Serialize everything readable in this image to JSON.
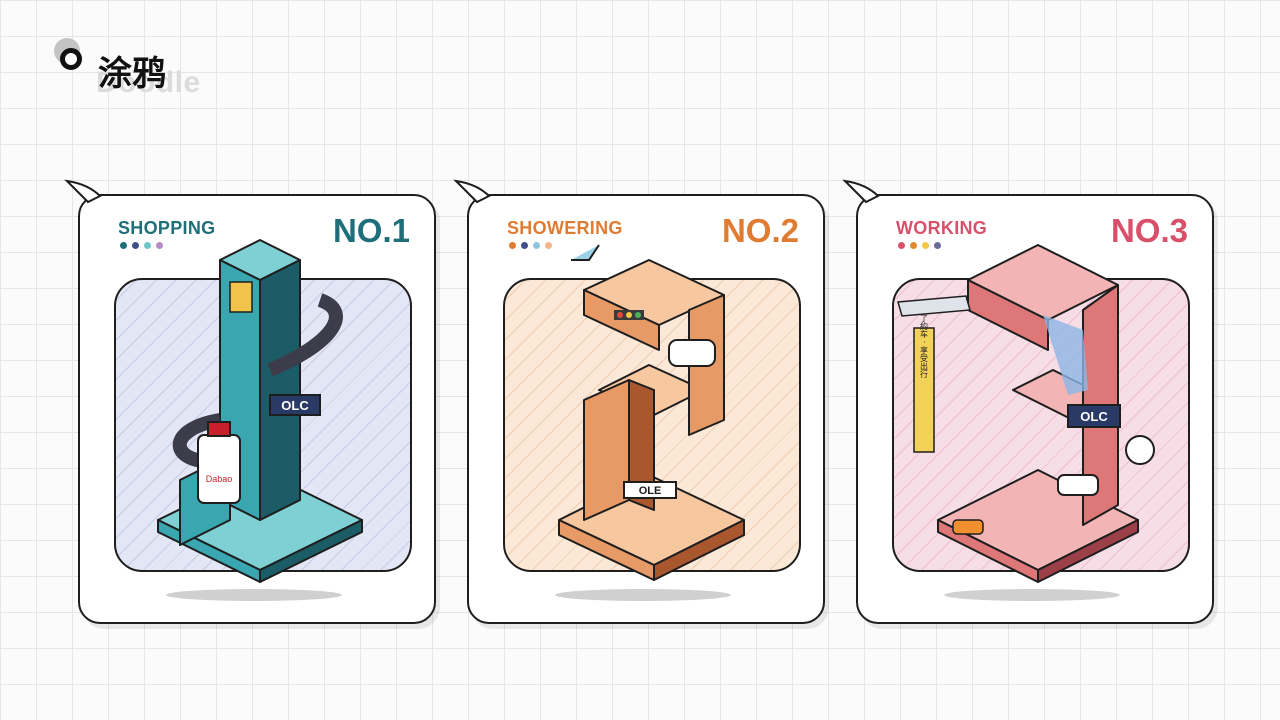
{
  "header": {
    "title": "涂鸦",
    "watermark": "Doodle"
  },
  "cards": [
    {
      "category": "SHOPPING",
      "number": "NO.1",
      "color": "#1f6f7a",
      "dots": [
        "#1f6f7a",
        "#3e4f8a",
        "#6fc6c9",
        "#b58cc4"
      ],
      "scene_bg": "#e3e6f5",
      "stripe": "#c7cbe6",
      "palette": {
        "light": "#7fd0d4",
        "main": "#3aa7b0",
        "dark": "#1c5c67"
      },
      "store_sign": "OLC",
      "bottle_label": "Dabao"
    },
    {
      "category": "SHOWERING",
      "number": "NO.2",
      "color": "#e07b32",
      "dots": [
        "#e07b32",
        "#3e4f8a",
        "#8ec5de",
        "#f2b488"
      ],
      "scene_bg": "#fbe8d6",
      "stripe": "#f0cdb1",
      "palette": {
        "light": "#f7c7a0",
        "main": "#e89a66",
        "dark": "#a8572e"
      },
      "store_sign": "OLE"
    },
    {
      "category": "WORKING",
      "number": "NO.3",
      "color": "#d9506a",
      "dots": [
        "#d9506a",
        "#e58a2e",
        "#f3c845",
        "#6c6c9a"
      ],
      "scene_bg": "#f7dde6",
      "stripe": "#eebfcf",
      "palette": {
        "light": "#f2b4b4",
        "main": "#de7878",
        "dark": "#9c3f48"
      },
      "store_sign": "OLC",
      "banner_text": "欧了約车 · 享受出行"
    }
  ]
}
